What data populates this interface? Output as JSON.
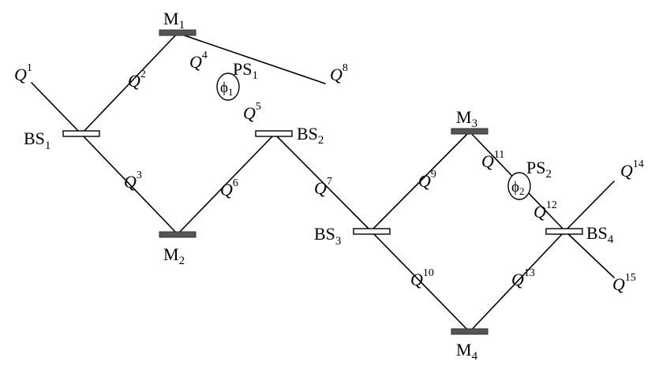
{
  "labels": {
    "M1": {
      "main": "M",
      "sub": "1"
    },
    "M2": {
      "main": "M",
      "sub": "2"
    },
    "M3": {
      "main": "M",
      "sub": "3"
    },
    "M4": {
      "main": "M",
      "sub": "4"
    },
    "BS1": {
      "main": "BS",
      "sub": "1"
    },
    "BS2": {
      "main": "BS",
      "sub": "2"
    },
    "BS3": {
      "main": "BS",
      "sub": "3"
    },
    "BS4": {
      "main": "BS",
      "sub": "4"
    },
    "PS1": {
      "main": "PS",
      "sub": "1"
    },
    "PS2": {
      "main": "PS",
      "sub": "2"
    },
    "phi1": {
      "main": "ϕ",
      "sub": "1"
    },
    "phi2": {
      "main": "ϕ",
      "sub": "2"
    }
  },
  "modes": [
    {
      "main": "Q",
      "sup": "1"
    },
    {
      "main": "Q",
      "sup": "2"
    },
    {
      "main": "Q",
      "sup": "3"
    },
    {
      "main": "Q",
      "sup": "4"
    },
    {
      "main": "Q",
      "sup": "5"
    },
    {
      "main": "Q",
      "sup": "6"
    },
    {
      "main": "Q",
      "sup": "7"
    },
    {
      "main": "Q",
      "sup": "8"
    },
    {
      "main": "Q",
      "sup": "9"
    },
    {
      "main": "Q",
      "sup": "10"
    },
    {
      "main": "Q",
      "sup": "11"
    },
    {
      "main": "Q",
      "sup": "12"
    },
    {
      "main": "Q",
      "sup": "13"
    },
    {
      "main": "Q",
      "sup": "14"
    },
    {
      "main": "Q",
      "sup": "15"
    }
  ]
}
